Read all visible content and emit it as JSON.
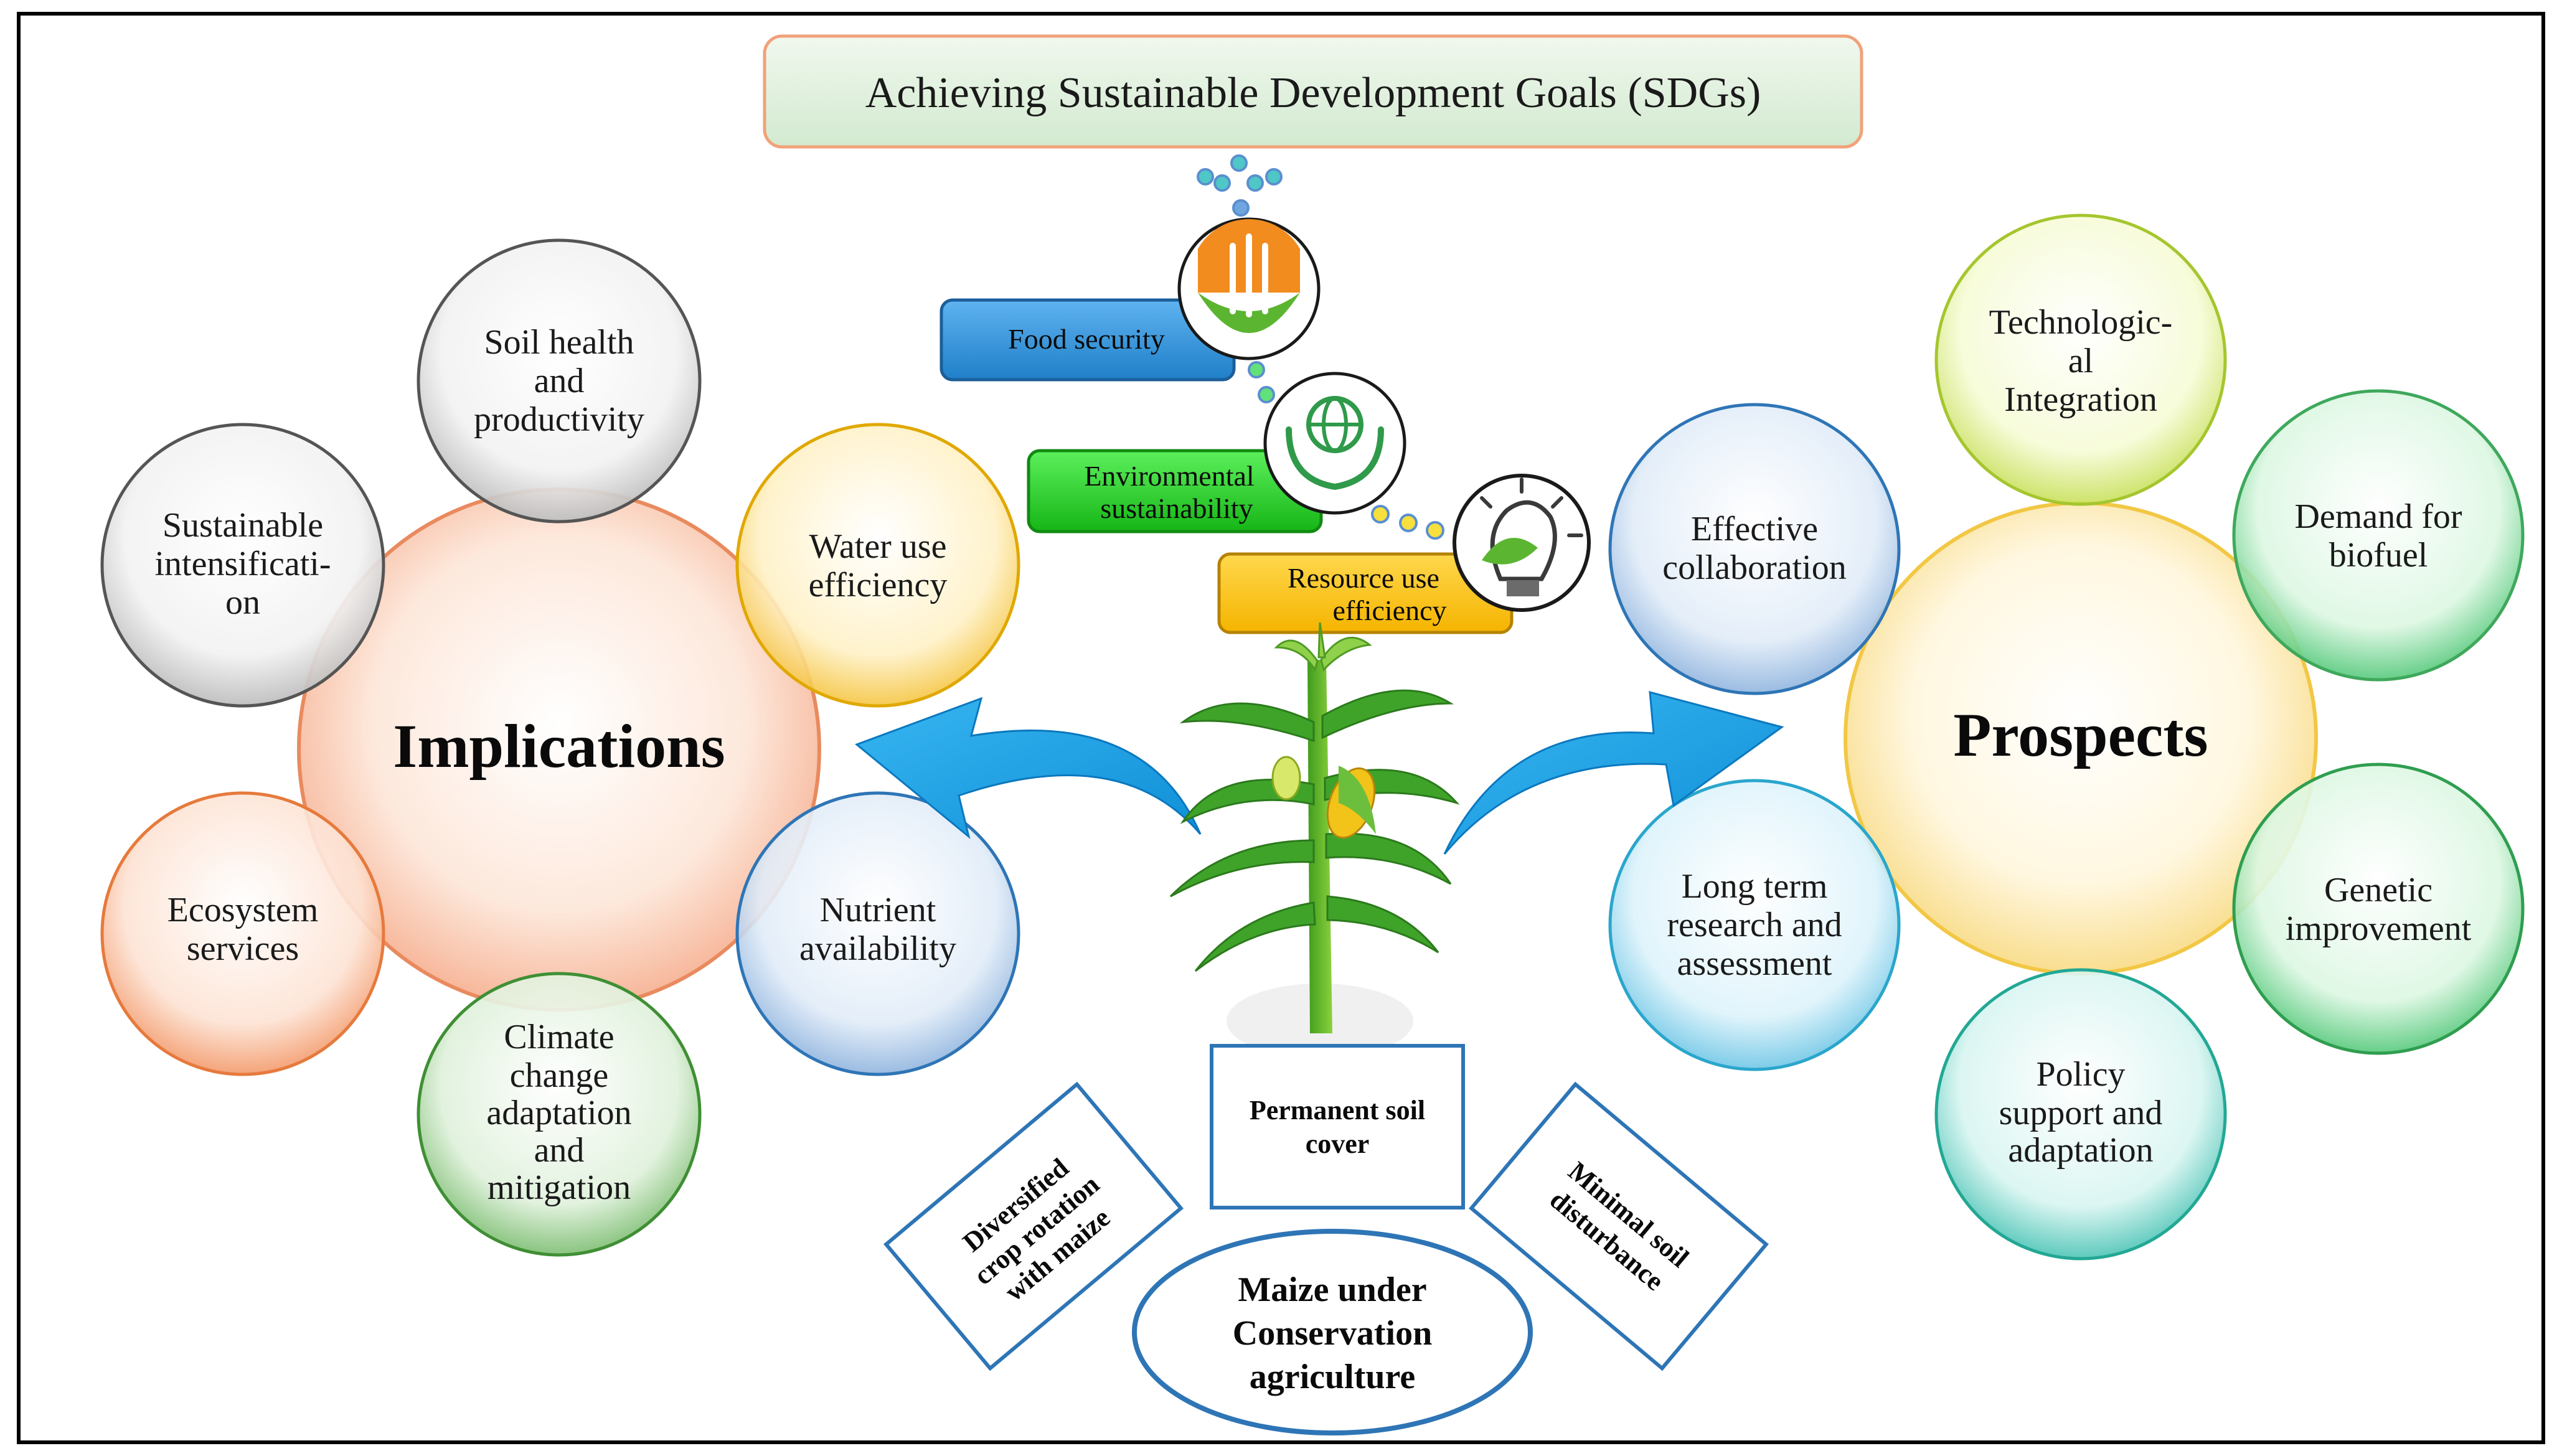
{
  "title": "Achieving Sustainable Development Goals (SDGs)",
  "implications": {
    "hub": "Implications",
    "items": [
      [
        "Soil health",
        "and",
        "productivity"
      ],
      [
        "Sustainable",
        "intensificati-",
        "on"
      ],
      [
        "Water use",
        "efficiency"
      ],
      [
        "Nutrient",
        "availability"
      ],
      [
        "Ecosystem",
        "services"
      ],
      [
        "Climate",
        "change",
        "adaptation",
        "and",
        "mitigation"
      ]
    ]
  },
  "prospects": {
    "hub": "Prospects",
    "items": [
      [
        "Technologic-",
        "al",
        "Integration"
      ],
      [
        "Demand for",
        "biofuel"
      ],
      [
        "Effective",
        "collaboration"
      ],
      [
        "Long term",
        "research and",
        "assessment"
      ],
      [
        "Genetic",
        "improvement"
      ],
      [
        "Policy",
        "support and",
        "adaptation"
      ]
    ]
  },
  "sdg_tags": {
    "food_security": "Food security",
    "environmental_sustainability": [
      "Environmental",
      "sustainability"
    ],
    "resource_use_efficiency": [
      "Resource use",
      "efficiency"
    ]
  },
  "principles": {
    "permanent_soil_cover": [
      "Permanent  soil",
      "cover"
    ],
    "diversified_crop_rotation": [
      "Diversified",
      "crop rotation",
      "with maize"
    ],
    "minimal_soil_disturbance": [
      "Minimal  soil",
      "disturbance"
    ]
  },
  "center": [
    "Maize under",
    "Conservation",
    "agriculture"
  ],
  "colors": {
    "implications_hub": "#f4a07c",
    "prospects_hub": "#f7d36b",
    "food_security": "#2f8fd8",
    "environmental": "#22c722",
    "resource": "#ffc000",
    "arrow": "#1aa7ec",
    "outline_blue": "#2e75b6"
  },
  "icons": [
    "wheat-in-hands-icon",
    "globe-in-hands-icon",
    "lightbulb-leaf-icon",
    "maize-plant-illustration"
  ]
}
